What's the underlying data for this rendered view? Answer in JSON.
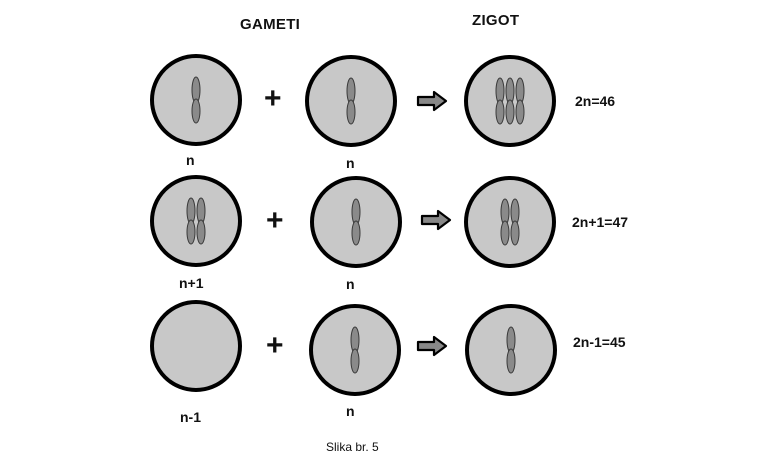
{
  "headers": {
    "gametes": "GAMETI",
    "zygote": "ZIGOT"
  },
  "rows": [
    {
      "gamete1": {
        "label": "n",
        "chromosomes": 1
      },
      "gamete2": {
        "label": "n",
        "chromosomes": 1
      },
      "plus": "+",
      "zygote": {
        "chromosomes": 3
      },
      "result": "2n=46"
    },
    {
      "gamete1": {
        "label": "n+1",
        "chromosomes": 2
      },
      "gamete2": {
        "label": "n",
        "chromosomes": 1
      },
      "plus": "+",
      "zygote": {
        "chromosomes": 2
      },
      "result": "2n+1=47"
    },
    {
      "gamete1": {
        "label": "n-1",
        "chromosomes": 0
      },
      "gamete2": {
        "label": "n",
        "chromosomes": 1
      },
      "plus": "+",
      "zygote": {
        "chromosomes": 1
      },
      "result": "2n-1=45"
    }
  ],
  "caption": "Slika br. 5",
  "colors": {
    "cell_fill": "#c8c8c8",
    "cell_stroke": "#000000",
    "chromosome_fill": "#8a8a8a"
  }
}
